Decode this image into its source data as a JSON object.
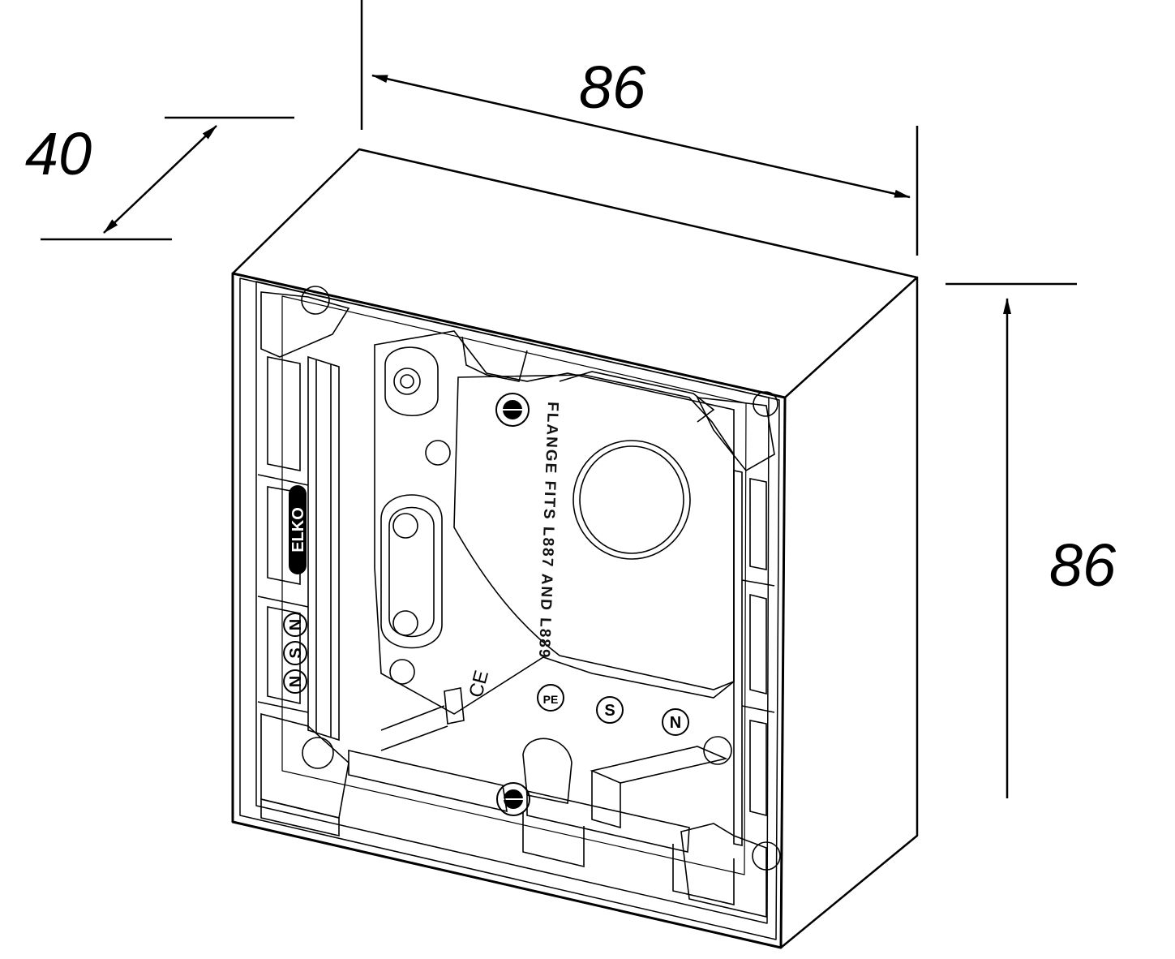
{
  "dimensions": {
    "width_label": "86",
    "height_label": "86",
    "depth_label": "40"
  },
  "markings": {
    "inner_text": "FLANGE FITS L887 AND L889",
    "brand_logo": "ELKO",
    "terminal_symbols": [
      "N",
      "S",
      "N"
    ],
    "base_symbols": [
      "PE",
      "S",
      "N"
    ],
    "ce_mark": "CE"
  }
}
